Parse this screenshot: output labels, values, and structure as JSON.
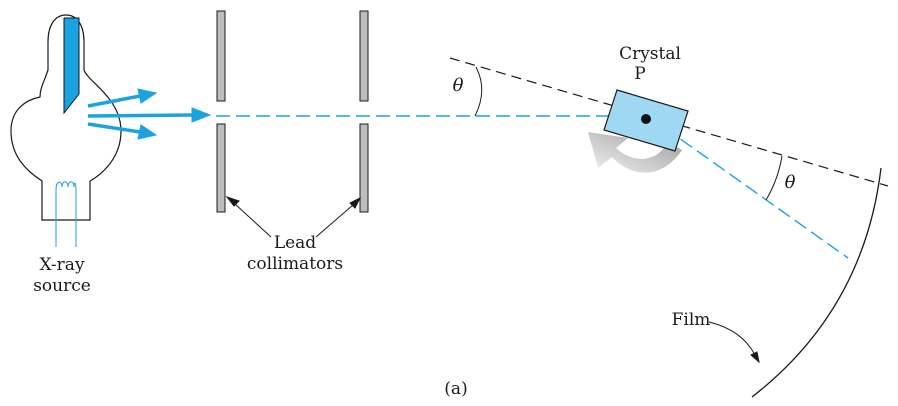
{
  "labels": {
    "source_line1": "X-ray",
    "source_line2": "source",
    "collimators_line1": "Lead",
    "collimators_line2": "collimators",
    "crystal_line1": "Crystal",
    "crystal_line2": "P",
    "theta_top": "θ",
    "theta_bottom": "θ",
    "film": "Film",
    "caption": "(a)"
  },
  "colors": {
    "beam": "#1aa3e0",
    "tube_anode": "#1aa3e0",
    "crystal_fill": "#9fd8f2",
    "line": "#1a1a1a",
    "collimator_fill": "#bdbdbd",
    "arrow_gray": "#b8b8b8"
  }
}
